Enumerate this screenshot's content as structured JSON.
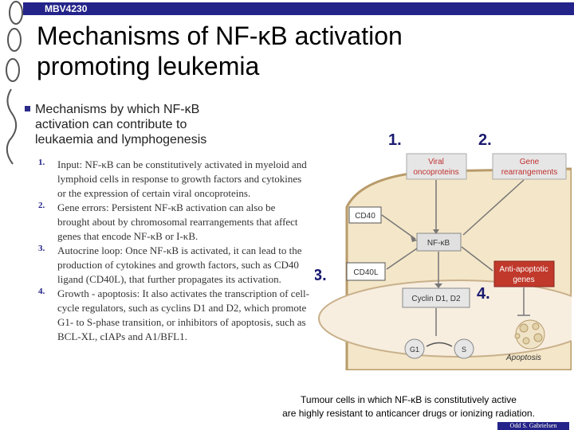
{
  "header": {
    "course_tag": "MBV4230"
  },
  "slide": {
    "title_line1": "Mechanisms of NF-κB activation",
    "title_line2": "promoting leukemia",
    "subtitle_line1": "Mechanisms by which NF-κB",
    "subtitle_line2": "activation can contribute to",
    "subtitle_line3": "leukaemia and lymphogenesis"
  },
  "list": [
    {
      "num": "1.",
      "head": "Input",
      "body": ": NF-κB can be constitutively activated in myeloid and lymphoid cells in response to growth factors and cytokines or the expression of certain viral oncoproteins."
    },
    {
      "num": "2.",
      "head": "Gene errors",
      "body": ": Persistent NF-κB activation can also be brought about by chromosomal rearrangements that affect genes that encode NF-κB or I-κB."
    },
    {
      "num": "3.",
      "head": "Autocrine loop",
      "body": ": Once NF-κB is activated, it can lead to the production of cytokines and growth factors, such as CD40 ligand (CD40L), that further propagates its activation."
    },
    {
      "num": "4.",
      "head": "Growth - apoptosis",
      "body": ": It also activates the transcription of cell-cycle regulators, such as cyclins D1 and D2, which promote G1- to S-phase transition, or inhibitors of apoptosis, such as BCL-XL, cIAPs and A1/BFL1."
    }
  ],
  "figure": {
    "marker_1": "1.",
    "marker_2": "2.",
    "marker_3": "3.",
    "marker_4": "4.",
    "viral_line1": "Viral",
    "viral_line2": "oncoproteins",
    "gene_line1": "Gene",
    "gene_line2": "rearrangements",
    "cd40": "CD40",
    "nfkb": "NF-κB",
    "cd40l": "CD40L",
    "anti_line1": "Anti-apoptotic",
    "anti_line2": "genes",
    "cyclin": "Cyclin D1, D2",
    "g1": "G1",
    "s": "S",
    "apoptosis": "Apoptosis"
  },
  "caption": {
    "line1": "Tumour cells in which NF-κB is constitutively active",
    "line2": "are highly resistant to anticancer drugs or ionizing radiation."
  },
  "footer": {
    "credit": "Odd S. Gabrielsen"
  },
  "colors": {
    "accent": "#23238a",
    "marker": "#1a1a70",
    "cell": "#f4e6c8",
    "box": "#eaeaea"
  }
}
